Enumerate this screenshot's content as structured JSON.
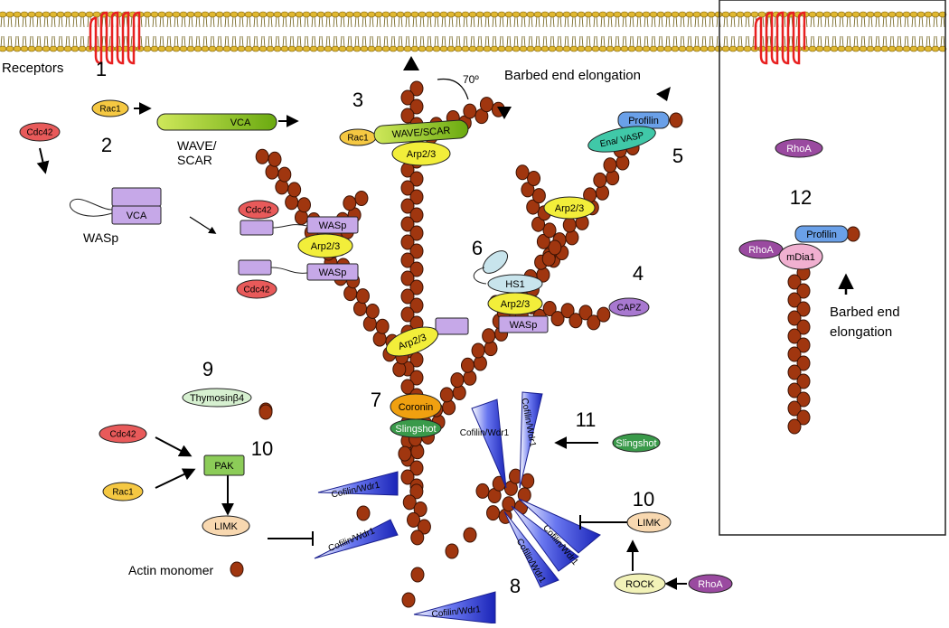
{
  "numbers": {
    "n1": "1",
    "n2": "2",
    "n3": "3",
    "n4": "4",
    "n5": "5",
    "n6": "6",
    "n7": "7",
    "n8": "8",
    "n9": "9",
    "n10a": "10",
    "n10b": "10",
    "n11": "11",
    "n12": "12"
  },
  "labels": {
    "receptors": "Receptors",
    "barbed_end_elongation": "Barbed end elongation",
    "barbed_end_elongation_l1": "Barbed end",
    "barbed_end_elongation_l2": "elongation",
    "angle": "70º",
    "wave_scar_l1": "WAVE/",
    "wave_scar_l2": "SCAR",
    "wasp_caption": "WASp",
    "actin_monomer": "Actin monomer"
  },
  "proteins": {
    "rac1": "Rac1",
    "cdc42": "Cdc42",
    "vca": "VCA",
    "wave_scar": "WAVE/SCAR",
    "arp23": "Arp2/3",
    "wasp": "WASp",
    "profilin": "Profilin",
    "ena_vasp": "Ena/ VASP",
    "hs1": "HS1",
    "capz": "CAPZ",
    "coronin": "Coronin",
    "slingshot": "Slingshot",
    "thymosin": "Thymosinβ4",
    "pak": "PAK",
    "limk": "LIMK",
    "rock": "ROCK",
    "rhoa": "RhoA",
    "mdia1": "mDia1",
    "cofilin": "Cofilin/Wdr1"
  },
  "colors": {
    "actin": "#a0360f",
    "actin_stroke": "#3a1204",
    "lipid_head": "#e0b830",
    "receptor": "#e82020",
    "rac1": "#f5c842",
    "cdc42": "#e85a5a",
    "arp23": "#f2ee3a",
    "wasp": "#c6a8e8",
    "wave": "#9ccc30",
    "profilin": "#6aa0e8",
    "ena_vasp": "#40c8a8",
    "hs1": "#c8e4ec",
    "capz": "#a878d0",
    "coronin": "#f0a010",
    "slingshot": "#3a9a4a",
    "thymosin": "#d6f0d0",
    "pak": "#8ccc58",
    "limk": "#f8d8b0",
    "rock": "#f2f2b8",
    "rhoa": "#9a4aa0",
    "mdia1": "#f0b0d0",
    "cofilin": "#2a3ad0"
  }
}
